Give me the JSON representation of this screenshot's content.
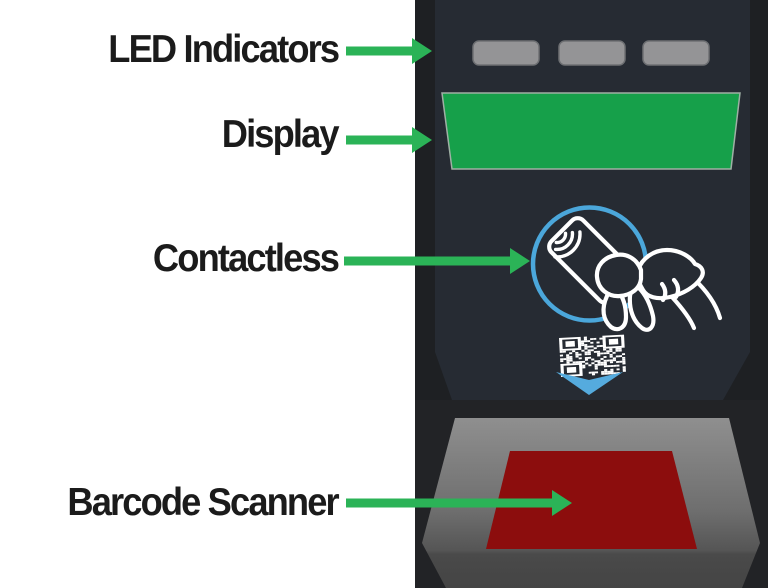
{
  "diagram": {
    "subject": "self-service payment terminal",
    "annotations": [
      {
        "label": "LED Indicators",
        "target": "led-indicators"
      },
      {
        "label": "Display",
        "target": "display-screen"
      },
      {
        "label": "Contactless",
        "target": "contactless-reader"
      },
      {
        "label": "Barcode Scanner",
        "target": "barcode-scanner-window"
      }
    ],
    "led_count": 3
  },
  "icons": [
    "arrow-right-icon",
    "contactless-tap-icon",
    "payment-card-icon",
    "nfc-waves-icon",
    "hand-icon",
    "qr-code-icon",
    "down-chevron-icon"
  ],
  "colors": {
    "background": "#FFFFFF",
    "label_text": "#1B1B1B",
    "arrow_green": "#2BB357",
    "display_green": "#16A04A",
    "panel_face": "#262B33",
    "backdrop_dark": "#1E2023",
    "lower_backdrop": "#222326",
    "led_gray": "#949496",
    "circle_blue": "#4BA7DB",
    "chevron_blue": "#55ABDE",
    "scanner_red": "#8C0D0D",
    "bed_gray_top": "#8F8F8F",
    "bed_gray_front": "#4A4A4A",
    "icon_stroke": "#FFFFFF"
  }
}
